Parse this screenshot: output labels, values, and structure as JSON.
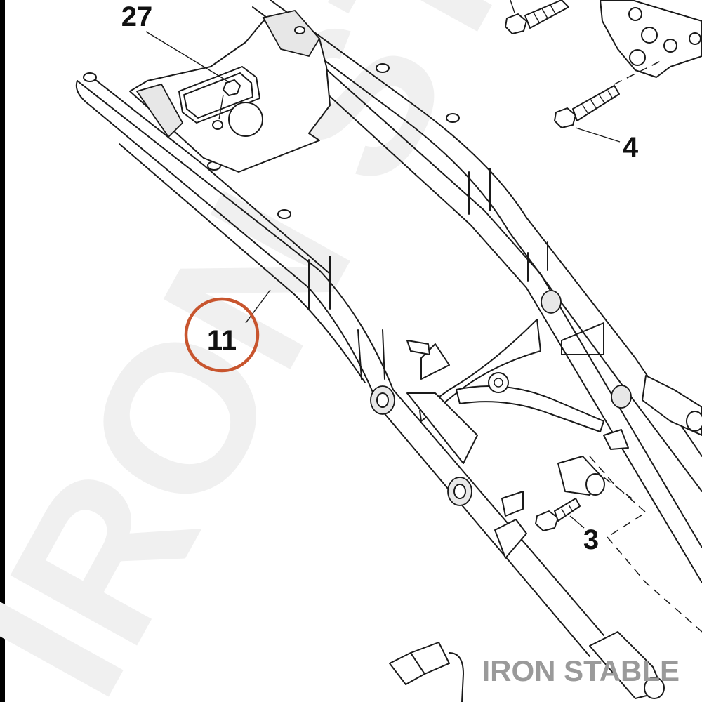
{
  "callouts": {
    "c27": "27",
    "c4": "4",
    "c3": "3",
    "c11": "11"
  },
  "highlight_color": "#c8552e",
  "watermark": {
    "large": "IRON ST",
    "corner": "IRON STABLE"
  }
}
